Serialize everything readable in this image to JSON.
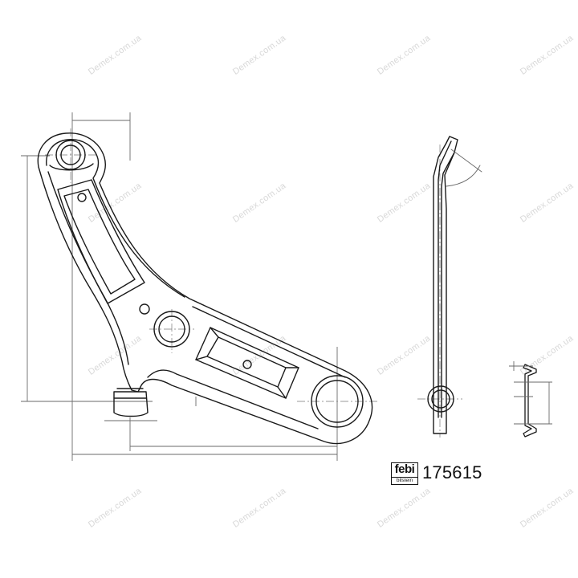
{
  "watermark": {
    "text": "Demex.com.ua"
  },
  "logo": {
    "main": "febi",
    "sub": "bilstein"
  },
  "part_number": "175615",
  "colors": {
    "line": "#1a1a1a",
    "dimension": "#6a6a6a",
    "watermark": "#d8d8d8",
    "background": "#ffffff"
  }
}
